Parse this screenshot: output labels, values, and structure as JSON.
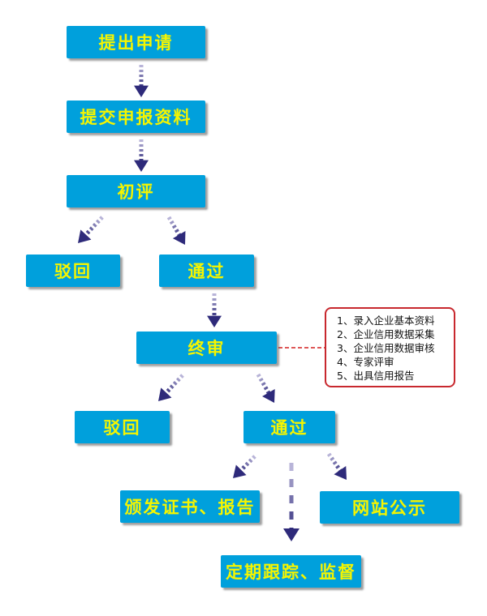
{
  "colors": {
    "node_fill": "#00a0dc",
    "node_text": "#f5f500",
    "arrow": "#2e2a7a",
    "connector": "#d42020",
    "note_border": "#c8282e"
  },
  "nodes": {
    "apply": "提出申请",
    "submit": "提交申报资料",
    "initial_review": "初评",
    "reject_1": "驳回",
    "pass_1": "通过",
    "final_review": "终审",
    "reject_2": "驳回",
    "pass_2": "通过",
    "issue_certificate": "颁发证书、报告",
    "publish": "网站公示",
    "supervise": "定期跟踪、监督"
  },
  "final_review_note": {
    "items": [
      "1、录入企业基本资料",
      "2、企业信用数据采集",
      "3、企业信用数据审核",
      "4、专家评审",
      "5、出具信用报告"
    ]
  }
}
